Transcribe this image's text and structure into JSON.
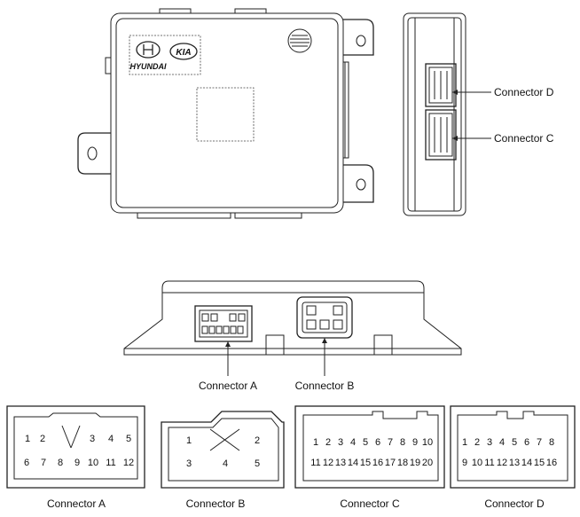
{
  "callouts": {
    "connector_d": "Connector D",
    "connector_c": "Connector C",
    "connector_a": "Connector A",
    "connector_b": "Connector B"
  },
  "logos": {
    "hyundai": "HYUNDAI",
    "kia": "KIA"
  },
  "connectors": {
    "a": {
      "caption": "Connector A",
      "top_pins": [
        "1",
        "2",
        "3",
        "4",
        "5"
      ],
      "bottom_pins": [
        "6",
        "7",
        "8",
        "9",
        "10",
        "11",
        "12"
      ]
    },
    "b": {
      "caption": "Connector B",
      "top_pins": [
        "1",
        "2"
      ],
      "bottom_pins": [
        "3",
        "4",
        "5"
      ]
    },
    "c": {
      "caption": "Connector C",
      "top_pins": [
        "1",
        "2",
        "3",
        "4",
        "5",
        "6",
        "7",
        "8",
        "9",
        "10"
      ],
      "bottom_pins": [
        "11",
        "12",
        "13",
        "14",
        "15",
        "16",
        "17",
        "18",
        "19",
        "20"
      ]
    },
    "d": {
      "caption": "Connector D",
      "top_pins": [
        "1",
        "2",
        "3",
        "4",
        "5",
        "6",
        "7",
        "8"
      ],
      "bottom_pins": [
        "9",
        "10",
        "11",
        "12",
        "13",
        "14",
        "15",
        "16"
      ]
    }
  }
}
